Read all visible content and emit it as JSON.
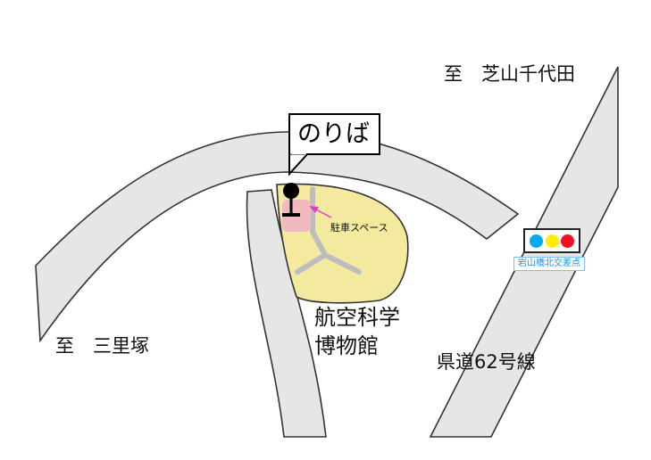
{
  "callout": {
    "text": "のりば"
  },
  "labels": {
    "to_shibayama": "至　芝山千代田",
    "to_sanrizuka": "至　三里塚",
    "museum": [
      "航空科学",
      "博物館"
    ],
    "route": "県道62号線",
    "parking": "駐車スペース"
  },
  "signal": {
    "name": "岩山橋北交差点",
    "lamps": [
      "#00aaee",
      "#ffee00",
      "#ee1122"
    ]
  },
  "colors": {
    "road_fill": "#e6e6e6",
    "museum_area": "#f3ea9f",
    "parking_area": "#f2b9c0",
    "arrow": "#e040c0"
  },
  "icons": [
    "bus-stop-pin-icon",
    "traffic-signal-icon",
    "arrow-icon"
  ]
}
